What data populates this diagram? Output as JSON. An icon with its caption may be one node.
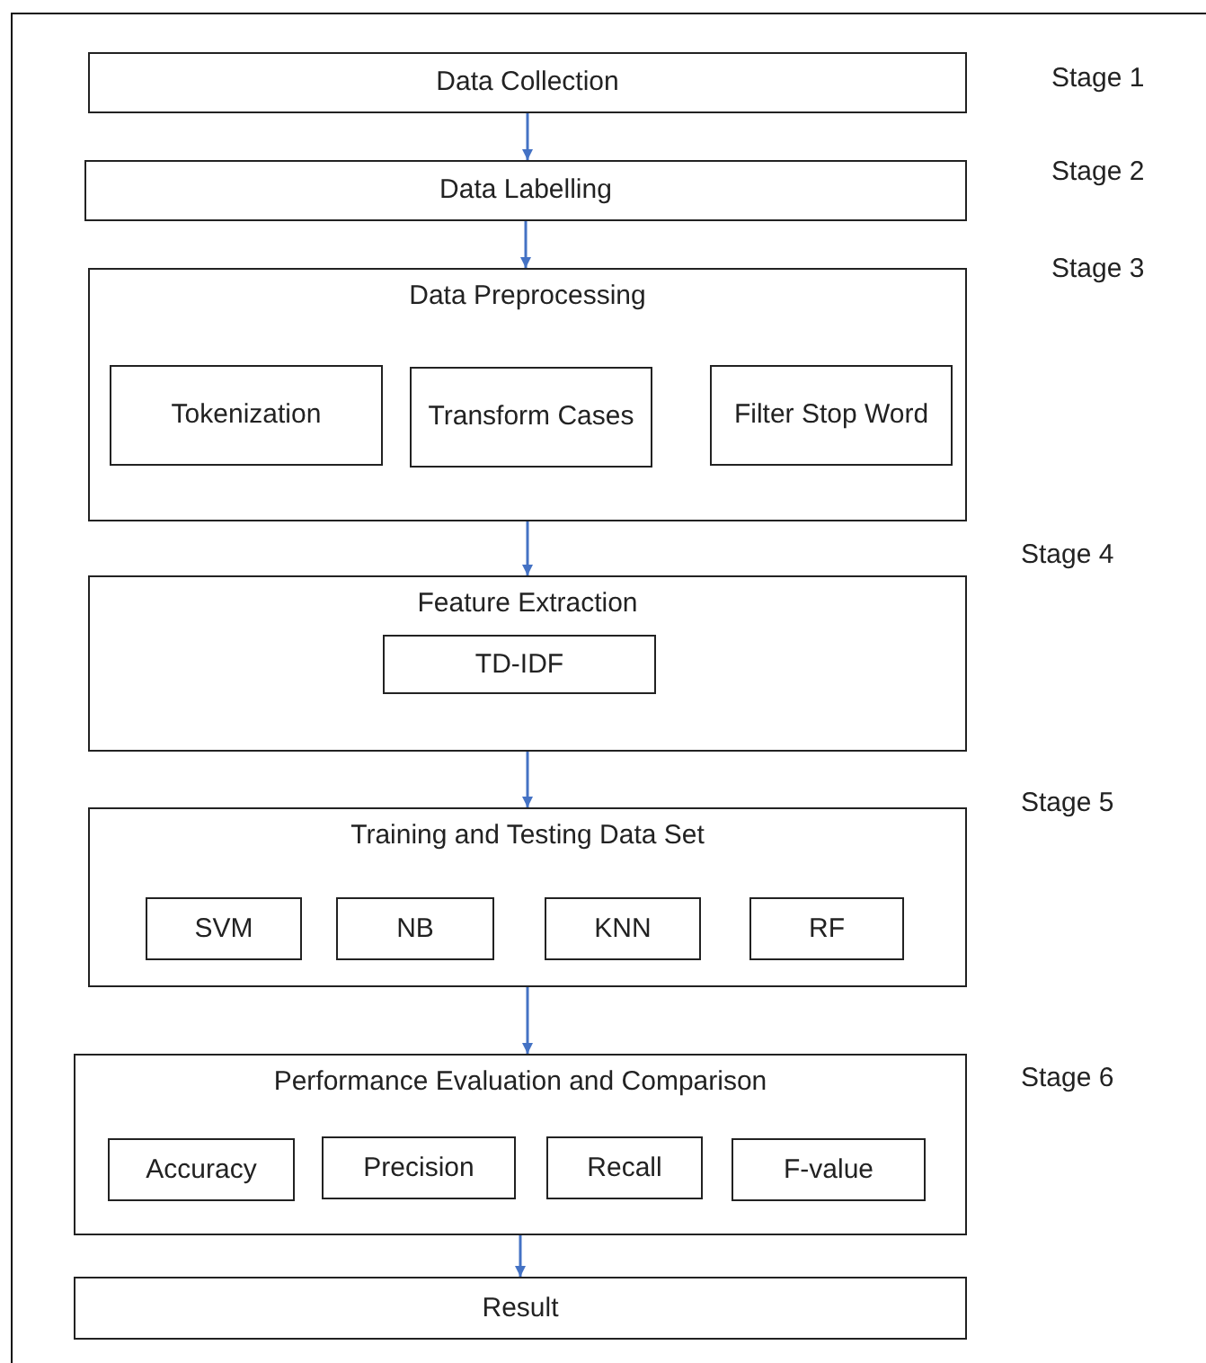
{
  "diagram": {
    "nodes": [
      {
        "text": [
          "Data Collection"
        ],
        "beside": [
          "Stage 1"
        ]
      },
      {
        "text": [
          "Data Labelling"
        ],
        "beside": [
          "Stage 2"
        ]
      },
      {
        "text": [
          "Data Preprocessing"
        ],
        "beside": [
          "Stage 3"
        ]
      },
      {
        "text": [
          "Tokenization"
        ],
        "in": 2
      },
      {
        "text": [
          "Transform Cases"
        ],
        "in": 2
      },
      {
        "text": [
          "Filter Stop Word"
        ],
        "in": 2
      },
      {
        "text": [
          "Feature Extraction"
        ],
        "beside": [
          "Stage 4"
        ]
      },
      {
        "text": [
          "TD-IDF"
        ],
        "in": 6
      },
      {
        "text": [
          "Training and Testing Data Set"
        ],
        "beside": [
          "Stage 5"
        ]
      },
      {
        "text": [
          "SVM"
        ],
        "in": 8
      },
      {
        "text": [
          "NB"
        ],
        "in": 8
      },
      {
        "text": [
          "KNN"
        ],
        "in": 8
      },
      {
        "text": [
          "RF"
        ],
        "in": 8
      },
      {
        "text": [
          "Performance Evaluation and Comparison"
        ],
        "beside": [
          "Stage 6"
        ]
      },
      {
        "text": [
          "Accuracy"
        ],
        "in": 13
      },
      {
        "text": [
          "Precision"
        ],
        "in": 13
      },
      {
        "text": [
          "Recall"
        ],
        "in": 13
      },
      {
        "text": [
          "F-value"
        ],
        "in": 13
      },
      {
        "text": [
          "Result"
        ]
      }
    ],
    "edges": [
      {
        "from": 0,
        "to": 1,
        "arrow": "to"
      },
      {
        "from": 1,
        "to": 2,
        "arrow": "to"
      },
      {
        "from": 2,
        "to": 6,
        "arrow": "to"
      },
      {
        "from": 6,
        "to": 8,
        "arrow": "to"
      },
      {
        "from": 8,
        "to": 13,
        "arrow": "to"
      },
      {
        "from": 13,
        "to": 18,
        "arrow": "to"
      }
    ]
  }
}
